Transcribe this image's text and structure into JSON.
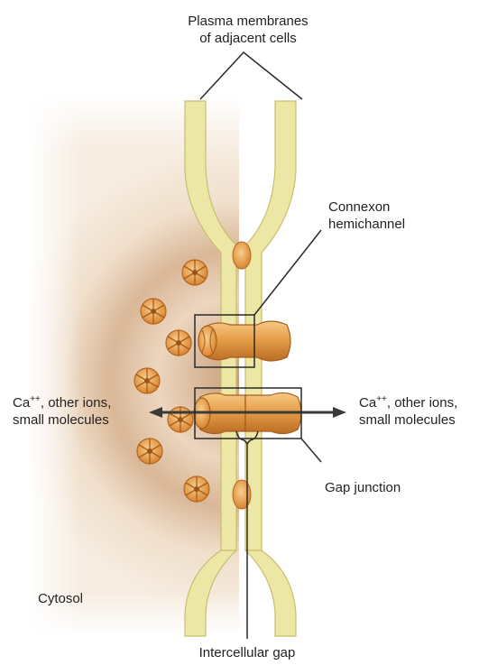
{
  "labels": {
    "plasma_membranes_line1": "Plasma membranes",
    "plasma_membranes_line2": "of adjacent cells",
    "connexon_line1": "Connexon",
    "connexon_line2": "hemichannel",
    "ions_left_prefix": "Ca",
    "ions_left_sup": "++",
    "ions_left_rest": ", other ions,",
    "ions_left_line2": "small molecules",
    "ions_right_prefix": "Ca",
    "ions_right_sup": "++",
    "ions_right_rest": ", other ions,",
    "ions_right_line2": "small molecules",
    "gap_junction": "Gap junction",
    "cytosol": "Cytosol",
    "intercellular_gap": "Intercellular gap"
  },
  "colors": {
    "membrane": "#ede7a6",
    "membrane_edge": "#c9bd6e",
    "connexon": "#e7a24b",
    "connexon_dark": "#b76a22",
    "cytosol": "#e6cfb7",
    "line": "#2a2a2a"
  }
}
